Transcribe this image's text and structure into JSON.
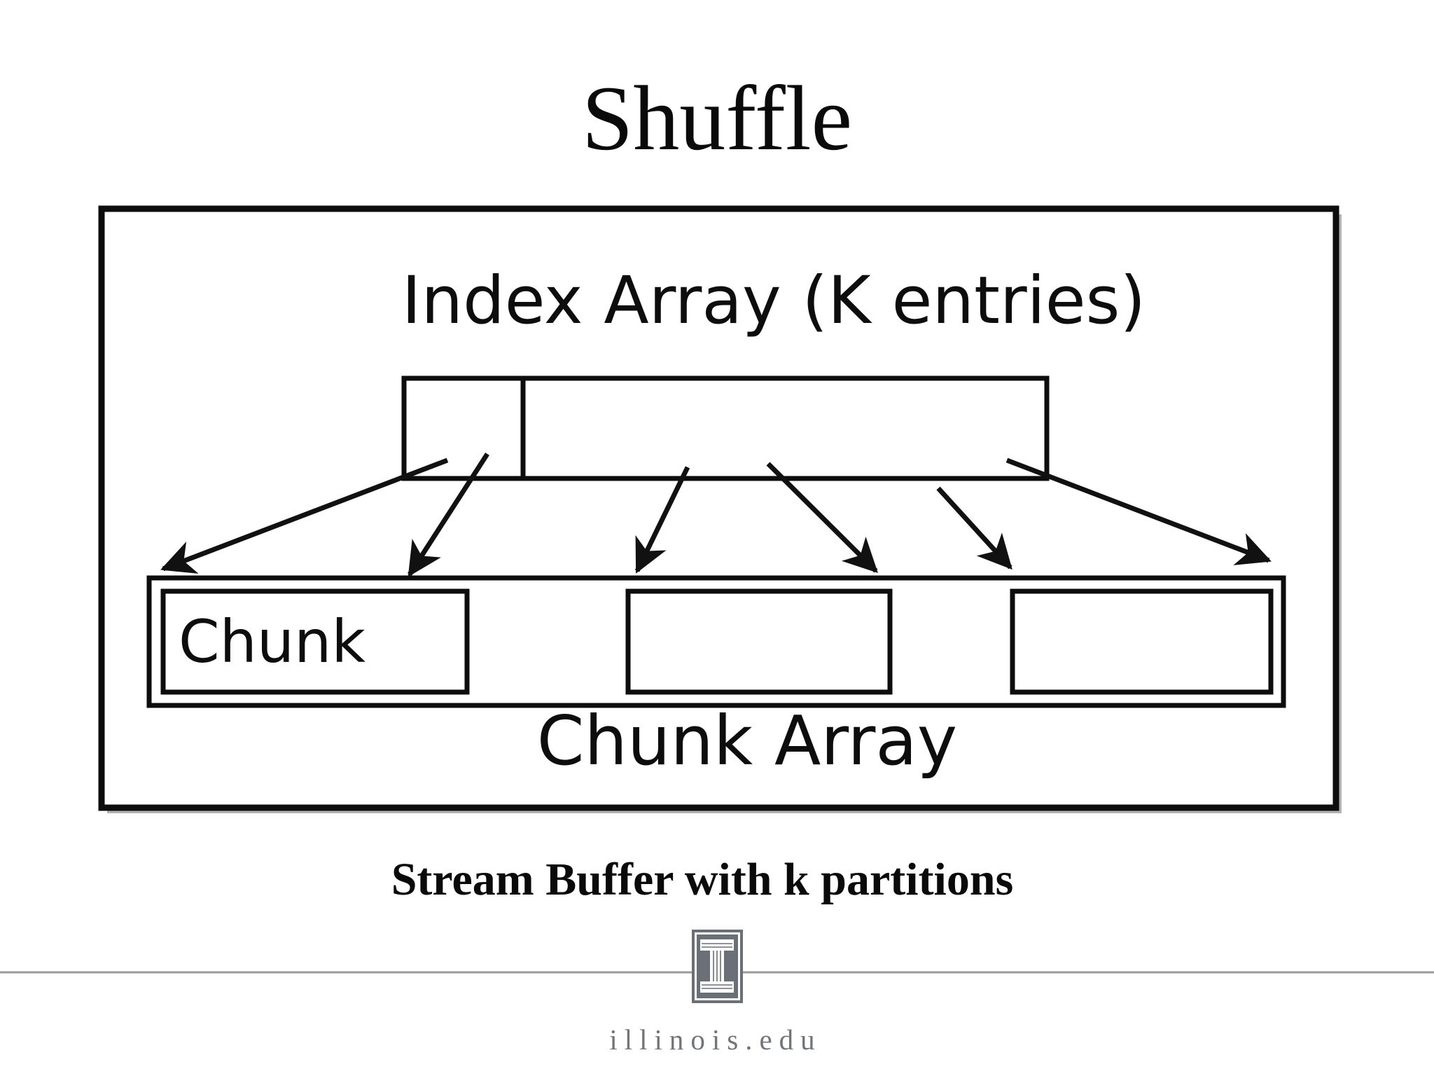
{
  "slide": {
    "title": "Shuffle",
    "caption": "Stream Buffer with k partitions"
  },
  "diagram": {
    "index_array_label": "Index Array (K entries)",
    "chunk_label": "Chunk",
    "chunk_array_label": "Chunk Array",
    "arrow_count": 6,
    "chunk_slots": 3
  },
  "footer": {
    "site": "illinois.edu",
    "logo": "university-of-illinois-column-I"
  },
  "colors": {
    "ink": "#111111",
    "frame_shadow": "#b3b3b3",
    "logo_gray": "#6b7076",
    "footer_text_gray": "#70757a",
    "rule_gray": "#98999b"
  }
}
